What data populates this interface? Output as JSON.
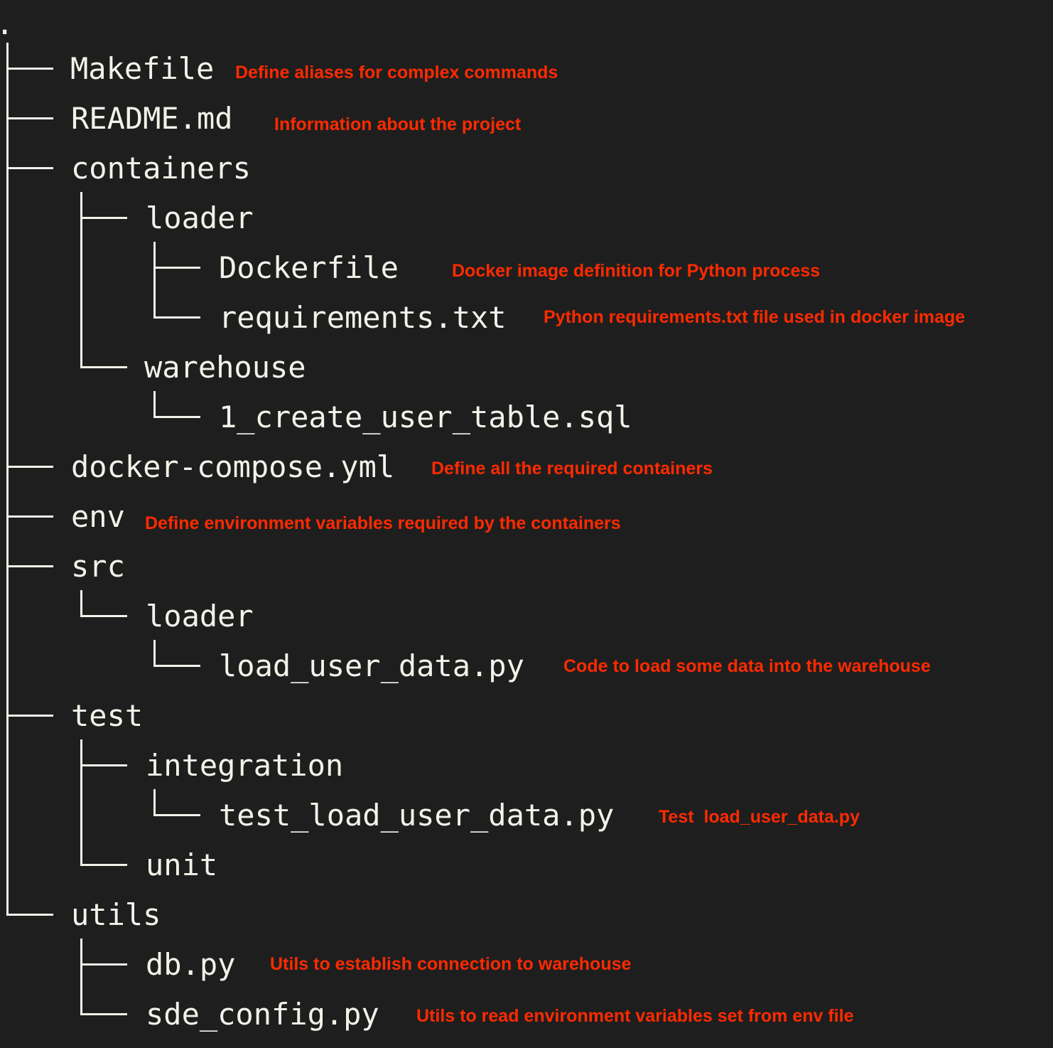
{
  "root": ".",
  "items": [
    {
      "name": "Makefile",
      "note": "Define aliases for complex commands"
    },
    {
      "name": "README.md",
      "note": "Information about the project"
    },
    {
      "name": "containers"
    },
    {
      "name": "loader"
    },
    {
      "name": "Dockerfile",
      "note": "Docker image definition for Python process"
    },
    {
      "name": "requirements.txt",
      "note": "Python requirements.txt file used in docker image"
    },
    {
      "name": "warehouse"
    },
    {
      "name": "1_create_user_table.sql"
    },
    {
      "name": "docker-compose.yml",
      "note": "Define all the required containers"
    },
    {
      "name": "env",
      "note": "Define environment variables required by the containers"
    },
    {
      "name": "src"
    },
    {
      "name": "loader"
    },
    {
      "name": "load_user_data.py",
      "note": "Code to load some data into the warehouse"
    },
    {
      "name": "test"
    },
    {
      "name": "integration"
    },
    {
      "name": "test_load_user_data.py",
      "note": "Test  load_user_data.py"
    },
    {
      "name": "unit"
    },
    {
      "name": "utils"
    },
    {
      "name": "db.py",
      "note": "Utils to establish connection to warehouse"
    },
    {
      "name": "sde_config.py",
      "note": "Utils to read environment variables set from env file"
    }
  ]
}
